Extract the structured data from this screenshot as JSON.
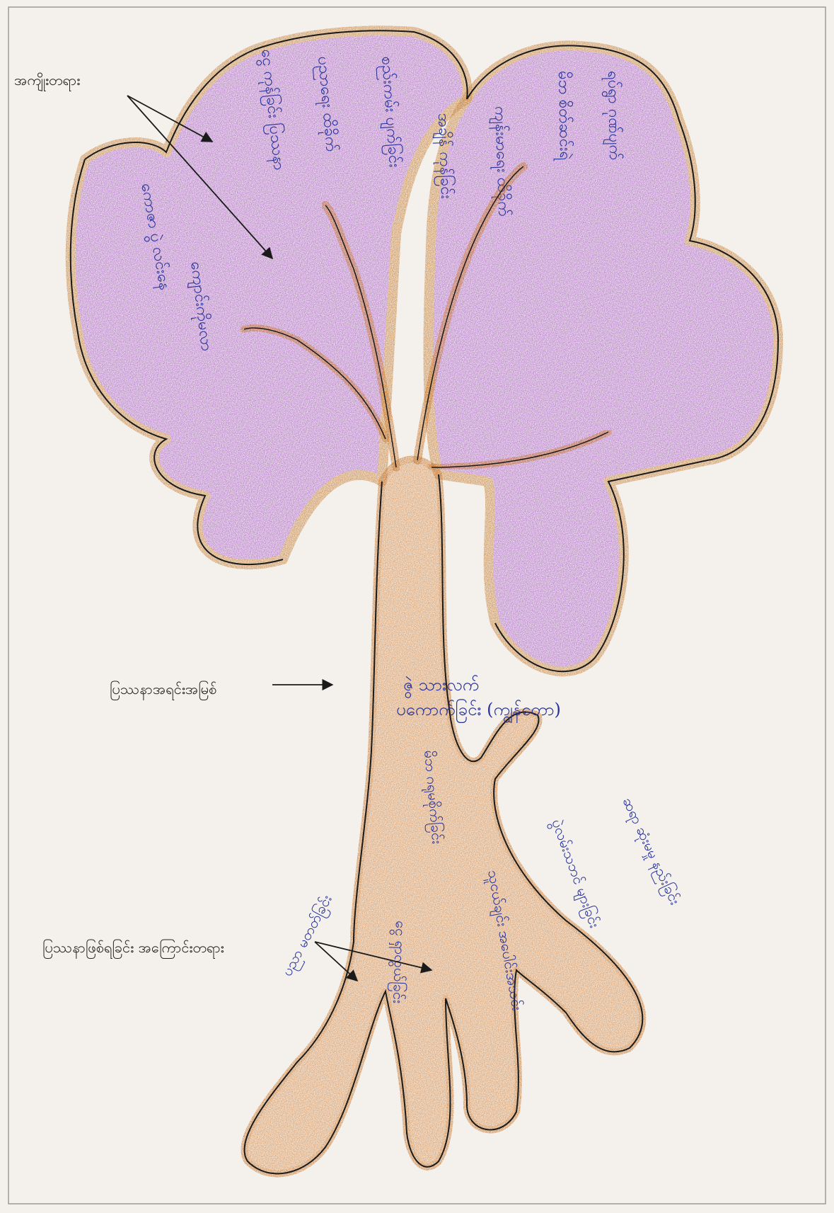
{
  "labels": {
    "fruits": "အကျိုးတရား",
    "core_problem": "ပြဿနာအရင်းအမြစ်",
    "causes": "ပြဿနာဖြစ်ရခြင်း အကြောင်းတရား"
  },
  "trunk_text": {
    "line1": "ဇွဲ သားလက်",
    "line2": "ပကောက်ခြင်း (ကျွန်တော)"
  },
  "colors": {
    "paper": "#f4f1ec",
    "canopy_fill": "#b06bcc",
    "canopy_outline": "#c8843e",
    "trunk_fill": "#d9955a",
    "trunk_outline": "#c8762c",
    "ink_line": "#1a1a1a",
    "handwriting": "#27339a"
  },
  "icons": {
    "arrow": "arrow-right-icon"
  }
}
